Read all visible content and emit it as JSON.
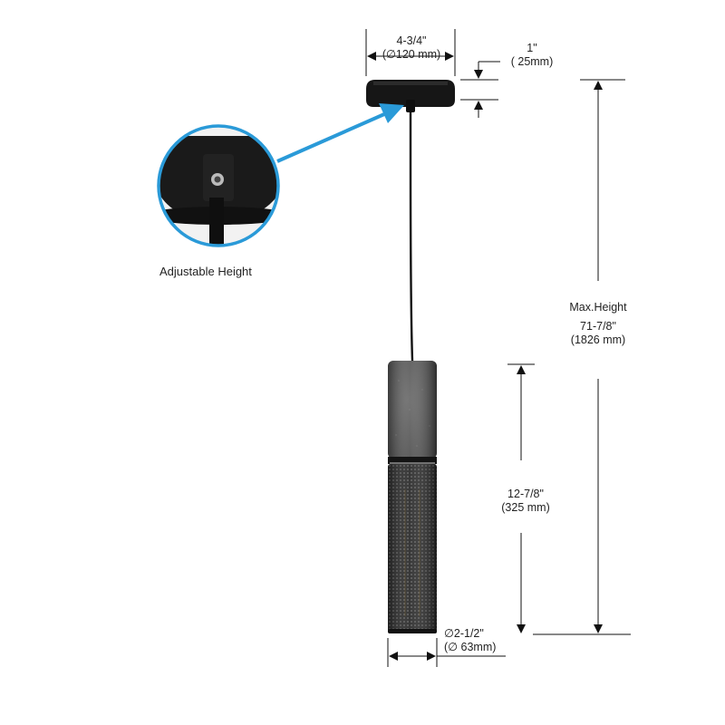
{
  "detail": {
    "caption": "Adjustable Height"
  },
  "dimensions": {
    "canopy_width": {
      "imperial": "4-3/4\"",
      "metric": "(∅120 mm)"
    },
    "canopy_height": {
      "imperial": "1\"",
      "metric": "( 25mm)"
    },
    "max_height": {
      "label": "Max.Height",
      "imperial": "71-7/8\"",
      "metric": "(1826 mm)"
    },
    "shade_length": {
      "imperial": "12-7/8\"",
      "metric": "(325 mm)"
    },
    "shade_diameter": {
      "imperial": "∅2-1/2\"",
      "metric": "(∅ 63mm)"
    }
  },
  "colors": {
    "arrow": "#2a9ad8",
    "detail_ring": "#2a9ad8",
    "fixture": "#1a1a1a",
    "concrete": "#5d5d5d",
    "dimension_line": "#111111"
  }
}
